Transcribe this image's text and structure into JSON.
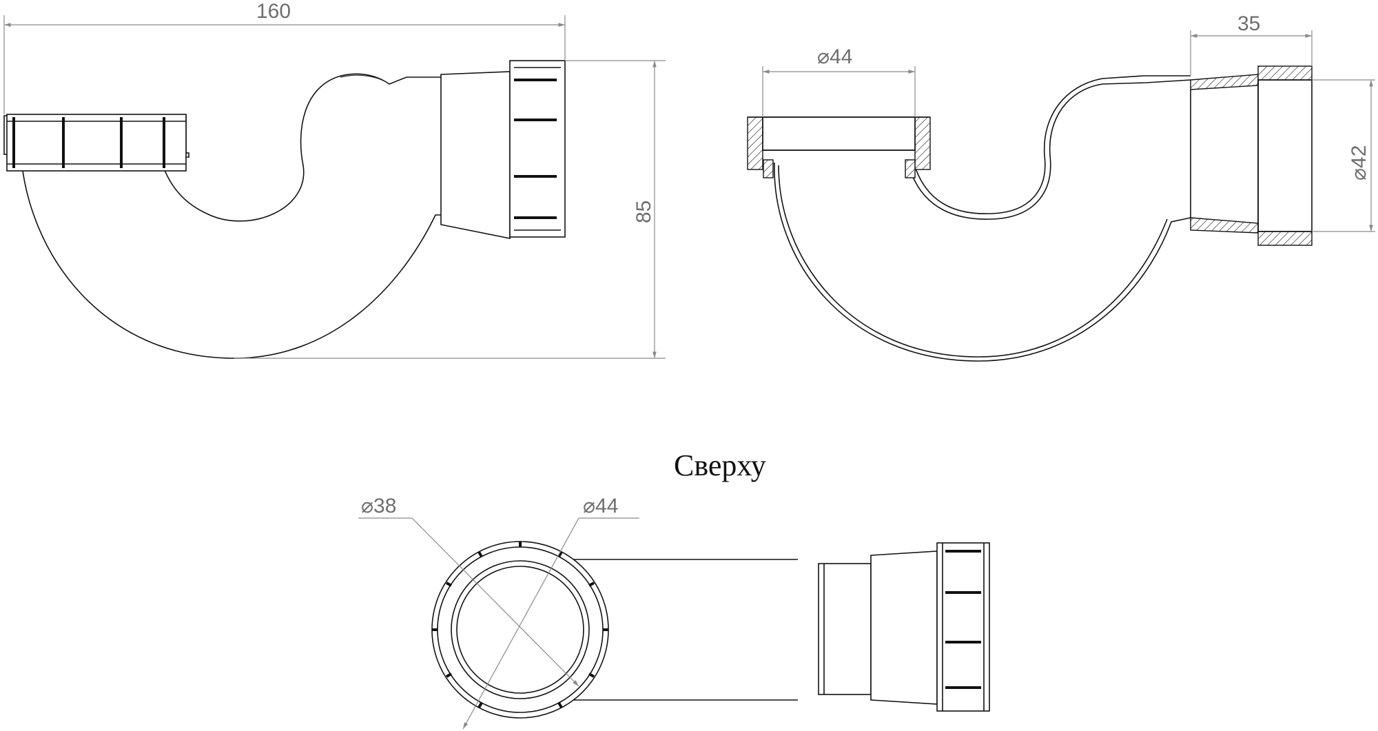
{
  "dimensions": {
    "side_view": {
      "overall_length": "160",
      "overall_height": "85"
    },
    "section_view": {
      "inlet_diameter": "⌀44",
      "outlet_length": "35",
      "outlet_diameter": "⌀42"
    },
    "top_view": {
      "inner_diameter": "⌀38",
      "outer_diameter": "⌀44"
    }
  },
  "captions": {
    "top_view_title": "Сверху"
  },
  "colors": {
    "outline": "#111111",
    "dimension_line": "#8a8a8a",
    "dimension_text": "#6e6e6e",
    "background": "#ffffff"
  }
}
